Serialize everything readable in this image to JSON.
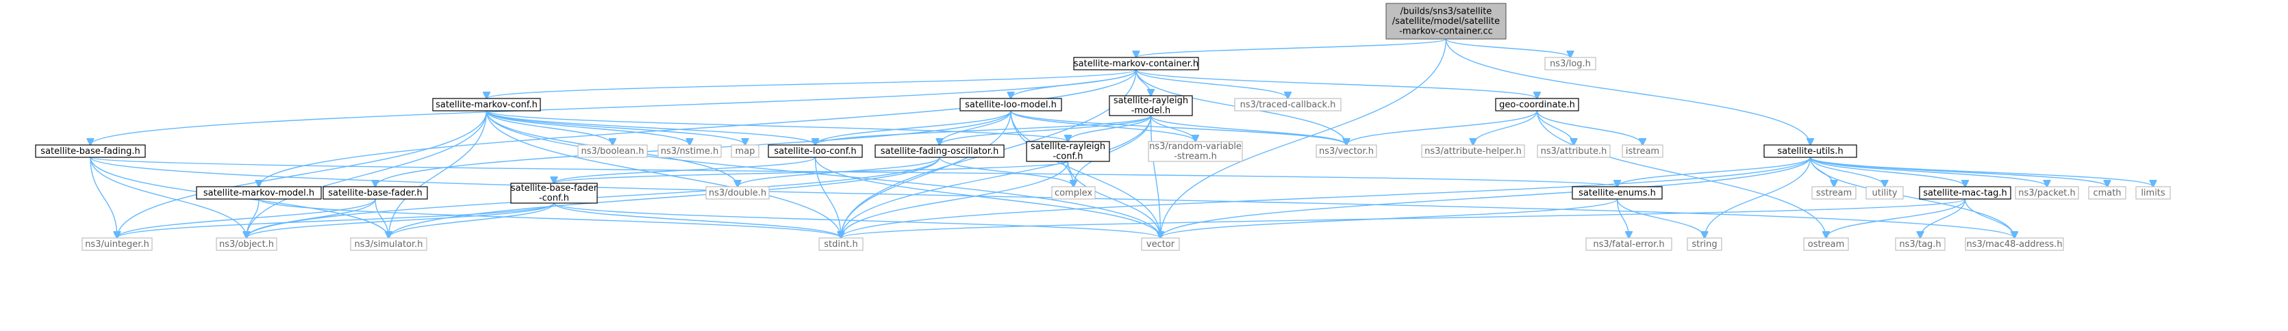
{
  "diagram": {
    "nodes": [
      {
        "id": "root",
        "lines": [
          "/builds/sns3/satellite",
          "/satellite/model/satellite",
          "-markov-container.cc"
        ],
        "kind": "root"
      },
      {
        "id": "smc_h",
        "lines": [
          "satellite-markov-container.h"
        ],
        "kind": "file"
      },
      {
        "id": "log",
        "lines": [
          "ns3/log.h"
        ],
        "kind": "sys"
      },
      {
        "id": "utils",
        "lines": [
          "satellite-utils.h"
        ],
        "kind": "file"
      },
      {
        "id": "markov_conf",
        "lines": [
          "satellite-markov-conf.h"
        ],
        "kind": "file"
      },
      {
        "id": "loo_model",
        "lines": [
          "satellite-loo-model.h"
        ],
        "kind": "file"
      },
      {
        "id": "rayleigh_model",
        "lines": [
          "satellite-rayleigh",
          "-model.h"
        ],
        "kind": "file"
      },
      {
        "id": "traced_cb",
        "lines": [
          "ns3/traced-callback.h"
        ],
        "kind": "sys"
      },
      {
        "id": "geo",
        "lines": [
          "geo-coordinate.h"
        ],
        "kind": "file"
      },
      {
        "id": "base_fading",
        "lines": [
          "satellite-base-fading.h"
        ],
        "kind": "file"
      },
      {
        "id": "markov_model",
        "lines": [
          "satellite-markov-model.h"
        ],
        "kind": "file"
      },
      {
        "id": "boolean",
        "lines": [
          "ns3/boolean.h"
        ],
        "kind": "sys"
      },
      {
        "id": "nstime",
        "lines": [
          "ns3/nstime.h"
        ],
        "kind": "sys"
      },
      {
        "id": "map",
        "lines": [
          "map"
        ],
        "kind": "sys"
      },
      {
        "id": "loo_conf",
        "lines": [
          "satellite-loo-conf.h"
        ],
        "kind": "file"
      },
      {
        "id": "fading_osc",
        "lines": [
          "satellite-fading-oscillator.h"
        ],
        "kind": "file"
      },
      {
        "id": "rayleigh_conf",
        "lines": [
          "satellite-rayleigh",
          "-conf.h"
        ],
        "kind": "file"
      },
      {
        "id": "rand_var",
        "lines": [
          "ns3/random-variable",
          "-stream.h"
        ],
        "kind": "sys"
      },
      {
        "id": "ns3_vector",
        "lines": [
          "ns3/vector.h"
        ],
        "kind": "sys"
      },
      {
        "id": "attr_helper",
        "lines": [
          "ns3/attribute-helper.h"
        ],
        "kind": "sys"
      },
      {
        "id": "attribute",
        "lines": [
          "ns3/attribute.h"
        ],
        "kind": "sys"
      },
      {
        "id": "istream",
        "lines": [
          "istream"
        ],
        "kind": "sys"
      },
      {
        "id": "base_fader",
        "lines": [
          "satellite-base-fader.h"
        ],
        "kind": "file"
      },
      {
        "id": "base_fader_conf",
        "lines": [
          "satellite-base-fader",
          "-conf.h"
        ],
        "kind": "file"
      },
      {
        "id": "double",
        "lines": [
          "ns3/double.h"
        ],
        "kind": "sys"
      },
      {
        "id": "complex",
        "lines": [
          "complex"
        ],
        "kind": "sys"
      },
      {
        "id": "enums",
        "lines": [
          "satellite-enums.h"
        ],
        "kind": "file"
      },
      {
        "id": "sstream",
        "lines": [
          "sstream"
        ],
        "kind": "sys"
      },
      {
        "id": "utility",
        "lines": [
          "utility"
        ],
        "kind": "sys"
      },
      {
        "id": "mac_tag",
        "lines": [
          "satellite-mac-tag.h"
        ],
        "kind": "file"
      },
      {
        "id": "packet",
        "lines": [
          "ns3/packet.h"
        ],
        "kind": "sys"
      },
      {
        "id": "cmath",
        "lines": [
          "cmath"
        ],
        "kind": "sys"
      },
      {
        "id": "limits",
        "lines": [
          "limits"
        ],
        "kind": "sys"
      },
      {
        "id": "uinteger",
        "lines": [
          "ns3/uinteger.h"
        ],
        "kind": "sys"
      },
      {
        "id": "object",
        "lines": [
          "ns3/object.h"
        ],
        "kind": "sys"
      },
      {
        "id": "simulator",
        "lines": [
          "ns3/simulator.h"
        ],
        "kind": "sys"
      },
      {
        "id": "stdint",
        "lines": [
          "stdint.h"
        ],
        "kind": "sys"
      },
      {
        "id": "vector",
        "lines": [
          "vector"
        ],
        "kind": "sys"
      },
      {
        "id": "fatal_error",
        "lines": [
          "ns3/fatal-error.h"
        ],
        "kind": "sys"
      },
      {
        "id": "string",
        "lines": [
          "string"
        ],
        "kind": "sys"
      },
      {
        "id": "ostream",
        "lines": [
          "ostream"
        ],
        "kind": "sys"
      },
      {
        "id": "tag",
        "lines": [
          "ns3/tag.h"
        ],
        "kind": "sys"
      },
      {
        "id": "mac48",
        "lines": [
          "ns3/mac48-address.h"
        ],
        "kind": "sys"
      }
    ],
    "edges": [
      [
        "root",
        "smc_h"
      ],
      [
        "root",
        "log"
      ],
      [
        "root",
        "utils"
      ],
      [
        "root",
        "vector"
      ],
      [
        "smc_h",
        "markov_conf"
      ],
      [
        "smc_h",
        "loo_model"
      ],
      [
        "smc_h",
        "rayleigh_model"
      ],
      [
        "smc_h",
        "traced_cb"
      ],
      [
        "smc_h",
        "geo"
      ],
      [
        "smc_h",
        "base_fading"
      ],
      [
        "smc_h",
        "markov_model"
      ],
      [
        "smc_h",
        "ns3_vector"
      ],
      [
        "smc_h",
        "stdint"
      ],
      [
        "markov_conf",
        "boolean"
      ],
      [
        "markov_conf",
        "nstime"
      ],
      [
        "markov_conf",
        "map"
      ],
      [
        "markov_conf",
        "loo_conf"
      ],
      [
        "markov_conf",
        "rayleigh_conf"
      ],
      [
        "markov_conf",
        "uinteger"
      ],
      [
        "markov_conf",
        "object"
      ],
      [
        "markov_conf",
        "simulator"
      ],
      [
        "markov_conf",
        "stdint"
      ],
      [
        "markov_conf",
        "double"
      ],
      [
        "markov_conf",
        "vector"
      ],
      [
        "loo_model",
        "loo_conf"
      ],
      [
        "loo_model",
        "fading_osc"
      ],
      [
        "loo_model",
        "rand_var"
      ],
      [
        "loo_model",
        "ns3_vector"
      ],
      [
        "loo_model",
        "complex"
      ],
      [
        "loo_model",
        "vector"
      ],
      [
        "loo_model",
        "stdint"
      ],
      [
        "loo_model",
        "base_fader"
      ],
      [
        "rayleigh_model",
        "rayleigh_conf"
      ],
      [
        "rayleigh_model",
        "fading_osc"
      ],
      [
        "rayleigh_model",
        "rand_var"
      ],
      [
        "rayleigh_model",
        "ns3_vector"
      ],
      [
        "rayleigh_model",
        "complex"
      ],
      [
        "rayleigh_model",
        "vector"
      ],
      [
        "rayleigh_model",
        "stdint"
      ],
      [
        "rayleigh_model",
        "loo_conf"
      ],
      [
        "geo",
        "ns3_vector"
      ],
      [
        "geo",
        "attr_helper"
      ],
      [
        "geo",
        "attribute"
      ],
      [
        "geo",
        "istream"
      ],
      [
        "geo",
        "ostream"
      ],
      [
        "base_fading",
        "uinteger"
      ],
      [
        "base_fading",
        "object"
      ],
      [
        "base_fading",
        "simulator"
      ],
      [
        "base_fading",
        "enums"
      ],
      [
        "base_fading",
        "mac48"
      ],
      [
        "markov_model",
        "object"
      ],
      [
        "markov_model",
        "stdint"
      ],
      [
        "loo_conf",
        "base_fader_conf"
      ],
      [
        "loo_conf",
        "stdint"
      ],
      [
        "loo_conf",
        "vector"
      ],
      [
        "fading_osc",
        "complex"
      ],
      [
        "fading_osc",
        "double"
      ],
      [
        "fading_osc",
        "simulator"
      ],
      [
        "fading_osc",
        "object"
      ],
      [
        "rayleigh_conf",
        "base_fader_conf"
      ],
      [
        "rayleigh_conf",
        "stdint"
      ],
      [
        "rayleigh_conf",
        "vector"
      ],
      [
        "base_fader",
        "object"
      ],
      [
        "base_fader",
        "simulator"
      ],
      [
        "base_fader",
        "uinteger"
      ],
      [
        "base_fader_conf",
        "object"
      ],
      [
        "base_fader_conf",
        "simulator"
      ],
      [
        "base_fader_conf",
        "uinteger"
      ],
      [
        "base_fader_conf",
        "stdint"
      ],
      [
        "base_fader_conf",
        "vector"
      ],
      [
        "utils",
        "enums"
      ],
      [
        "utils",
        "mac_tag"
      ],
      [
        "utils",
        "sstream"
      ],
      [
        "utils",
        "utility"
      ],
      [
        "utils",
        "packet"
      ],
      [
        "utils",
        "cmath"
      ],
      [
        "utils",
        "limits"
      ],
      [
        "utils",
        "string"
      ],
      [
        "utils",
        "vector"
      ],
      [
        "utils",
        "stdint"
      ],
      [
        "utils",
        "mac48"
      ],
      [
        "enums",
        "fatal_error"
      ],
      [
        "enums",
        "string"
      ],
      [
        "enums",
        "vector"
      ],
      [
        "mac_tag",
        "ostream"
      ],
      [
        "mac_tag",
        "tag"
      ],
      [
        "mac_tag",
        "mac48"
      ],
      [
        "mac_tag",
        "stdint"
      ]
    ]
  }
}
